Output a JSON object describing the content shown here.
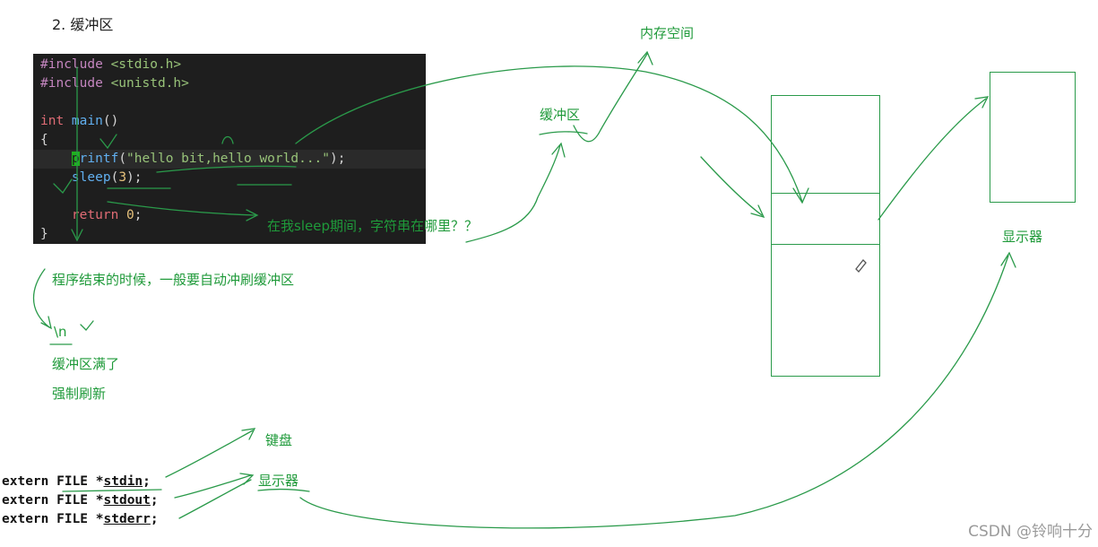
{
  "title": "2. 缓冲区",
  "code_lines": [
    {
      "parts": [
        {
          "c": "pp",
          "t": "#include "
        },
        {
          "c": "str",
          "t": "<stdio.h>"
        }
      ]
    },
    {
      "parts": [
        {
          "c": "pp",
          "t": "#include "
        },
        {
          "c": "str",
          "t": "<unistd.h>"
        }
      ]
    },
    {
      "parts": []
    },
    {
      "parts": [
        {
          "c": "kw",
          "t": "int "
        },
        {
          "c": "fn",
          "t": "main"
        },
        {
          "c": "",
          "t": "()"
        }
      ]
    },
    {
      "parts": [
        {
          "c": "",
          "t": "{"
        }
      ]
    },
    {
      "hl": true,
      "parts": [
        {
          "c": "",
          "t": "    "
        },
        {
          "c": "cursor",
          "t": "p"
        },
        {
          "c": "fn",
          "t": "rintf"
        },
        {
          "c": "",
          "t": "("
        },
        {
          "c": "str",
          "t": "\"hello bit,hello world...\""
        },
        {
          "c": "",
          "t": ");"
        }
      ]
    },
    {
      "parts": [
        {
          "c": "",
          "t": "    "
        },
        {
          "c": "fn",
          "t": "sleep"
        },
        {
          "c": "",
          "t": "("
        },
        {
          "c": "num",
          "t": "3"
        },
        {
          "c": "",
          "t": ");"
        }
      ]
    },
    {
      "parts": []
    },
    {
      "parts": [
        {
          "c": "",
          "t": "    "
        },
        {
          "c": "kw",
          "t": "return "
        },
        {
          "c": "num",
          "t": "0"
        },
        {
          "c": "",
          "t": ";"
        }
      ]
    },
    {
      "parts": [
        {
          "c": "",
          "t": "}"
        }
      ]
    }
  ],
  "annotations": {
    "memory_space": "内存空间",
    "buffer": "缓冲区",
    "question": "在我sleep期间，字符串在哪里？？",
    "program_end": "程序结束的时候，一般要自动冲刷缓冲区",
    "newline": "\\n",
    "buffer_full": "缓冲区满了",
    "force_flush": "强制刷新",
    "keyboard": "键盘",
    "monitor_bottom": "显示器",
    "monitor_right": "显示器"
  },
  "externs": [
    {
      "pre": "extern FILE *",
      "name": "stdin",
      "post": ";"
    },
    {
      "pre": "extern FILE *",
      "name": "stdout",
      "post": ";"
    },
    {
      "pre": "extern FILE *",
      "name": "stderr",
      "post": ";"
    }
  ],
  "watermark": "CSDN @铃响十分",
  "colors": {
    "ink": "#1f9a3a",
    "code_bg": "#1e1e1e"
  }
}
